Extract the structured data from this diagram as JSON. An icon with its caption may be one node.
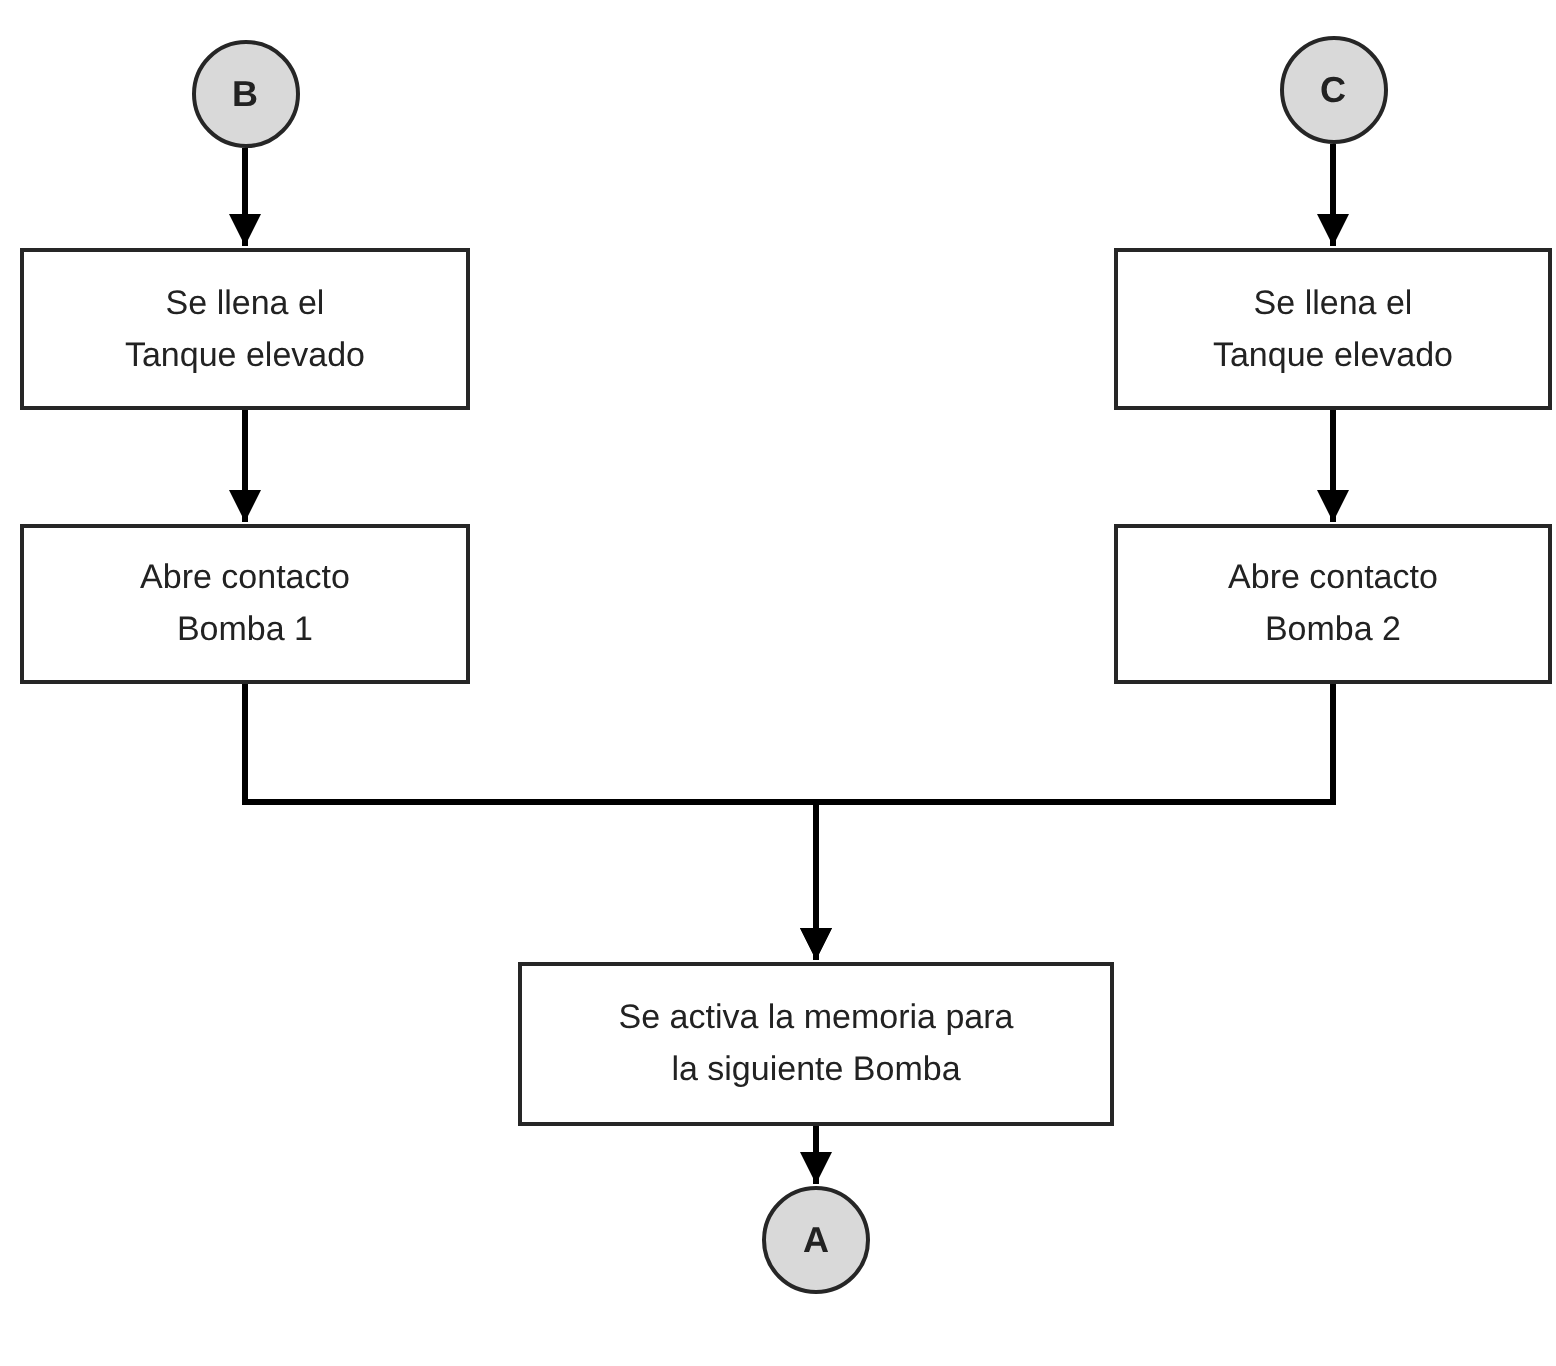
{
  "diagram": {
    "nodes": [
      {
        "text": [
          "B"
        ]
      },
      {
        "text": [
          "C"
        ]
      },
      {
        "text": [
          "Se llena el Tanque elevado"
        ]
      },
      {
        "text": [
          "Se llena el Tanque elevado"
        ]
      },
      {
        "text": [
          "Abre contacto Bomba 1"
        ]
      },
      {
        "text": [
          "Abre contacto Bomba 2"
        ]
      },
      {
        "text": [
          "Se activa la memoria para la siguiente Bomba"
        ]
      },
      {
        "text": [
          "A"
        ]
      }
    ],
    "edges": [
      {
        "from": 0,
        "to": 2,
        "arrow": "to"
      },
      {
        "from": 1,
        "to": 3,
        "arrow": "to"
      },
      {
        "from": 2,
        "to": 4,
        "arrow": "to"
      },
      {
        "from": 3,
        "to": 5,
        "arrow": "to"
      },
      {
        "from": 4,
        "to": 6,
        "arrow": "to"
      },
      {
        "from": 5,
        "to": 6,
        "arrow": "to"
      },
      {
        "from": 6,
        "to": 7,
        "arrow": "to"
      }
    ]
  }
}
